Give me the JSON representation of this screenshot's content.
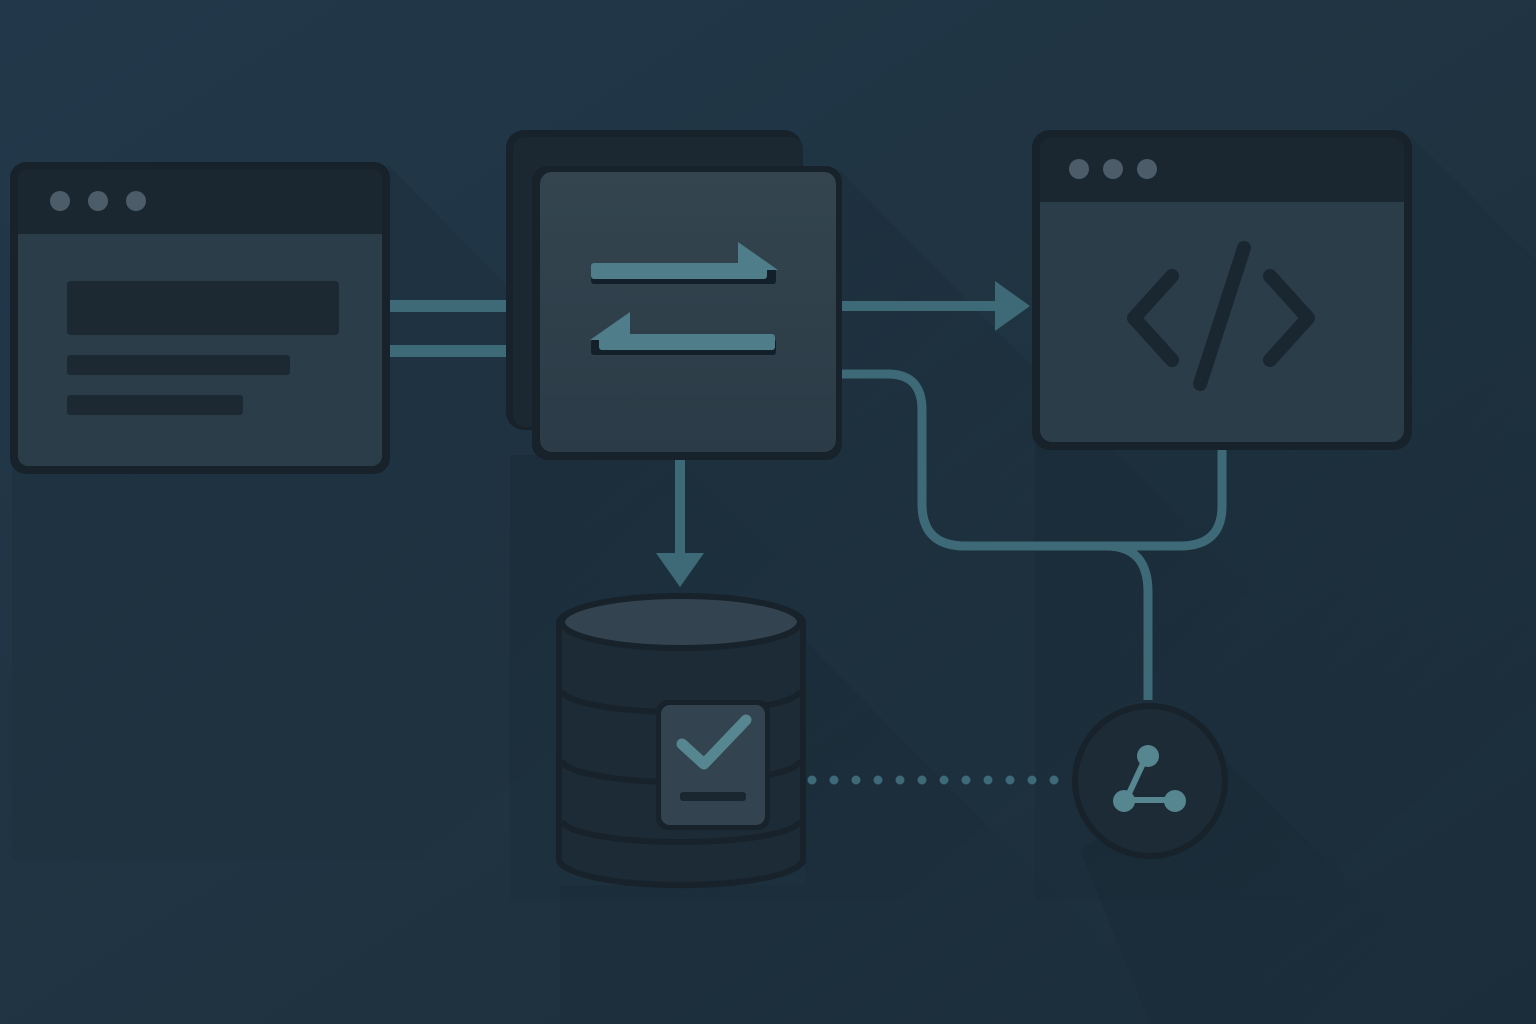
{
  "colors": {
    "background": "#1f3341",
    "panel": "#2c3d4a",
    "panel_deep": "#1d2b36",
    "panel_inner": "#33434f",
    "window_bar": "#1a2630",
    "window_dot": "#4c5d69",
    "placeholder_bar": "#1c2832",
    "cube_side": "#1b2731",
    "connector": "#3e6a78",
    "arrow_accent": "#4f7d89",
    "code_glyph": "#1a2630",
    "check_mark": "#56868f",
    "outline": "#17222b",
    "shadow": "#142029"
  },
  "nodes": [
    {
      "id": "source-window",
      "icon": "browser-window-icon",
      "content": "text-placeholder-lines"
    },
    {
      "id": "exchange-box",
      "icon": "exchange-arrows-icon"
    },
    {
      "id": "code-window",
      "icon": "code-brackets-icon"
    },
    {
      "id": "database",
      "icon": "database-check-icon"
    },
    {
      "id": "share-node",
      "icon": "share-nodes-icon"
    }
  ],
  "edges": [
    {
      "from": "source-window",
      "to": "exchange-box",
      "style": "double-line"
    },
    {
      "from": "exchange-box",
      "to": "code-window",
      "style": "arrow"
    },
    {
      "from": "exchange-box",
      "to": "database",
      "style": "arrow"
    },
    {
      "from": "exchange-box",
      "to": "share-node",
      "style": "curved-line"
    },
    {
      "from": "code-window",
      "to": "share-node",
      "style": "curved-line"
    },
    {
      "from": "database",
      "to": "share-node",
      "style": "dotted-line"
    }
  ]
}
